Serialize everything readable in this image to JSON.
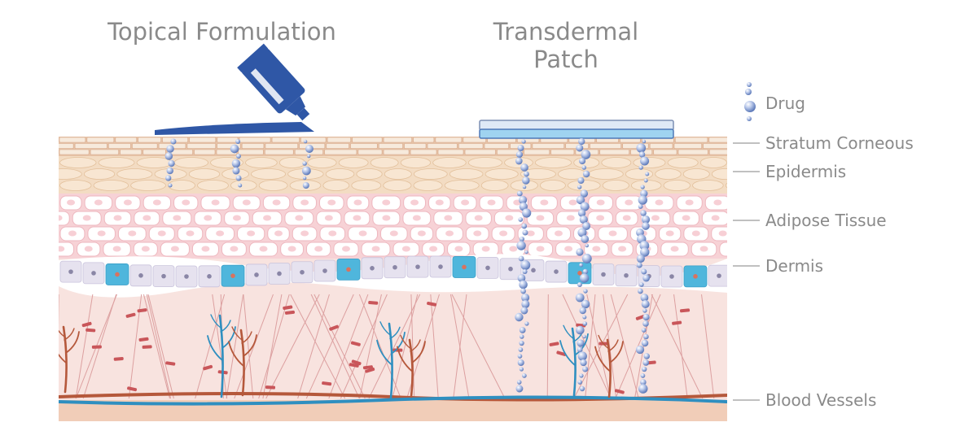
{
  "headings": {
    "topical": "Topical Formulation",
    "transdermal_line1": "Transdermal",
    "transdermal_line2": "Patch"
  },
  "legend": {
    "drug": "Drug"
  },
  "layers": {
    "stratum_corneous": "Stratum Corneous",
    "epidermis": "Epidermis",
    "adipose": "Adipose Tissue",
    "dermis": "Dermis",
    "blood_vessels": "Blood Vessels"
  },
  "colors": {
    "tube": "#2f57a6",
    "patch": "#9fd3f0",
    "drug": "#8ea6d8",
    "stratum": "#e3b79a",
    "epidermis": "#f2d9bd",
    "adipose": "#f6c9cf",
    "dermis_cell": "#e6e2ef",
    "dermis_gap": "#4fb6dc",
    "fiber": "#d98b8b",
    "artery": "#b5583b",
    "vein": "#2f8fc0"
  },
  "icons": [
    "cream-tube-icon",
    "transdermal-patch-icon",
    "drug-molecule-icon"
  ]
}
